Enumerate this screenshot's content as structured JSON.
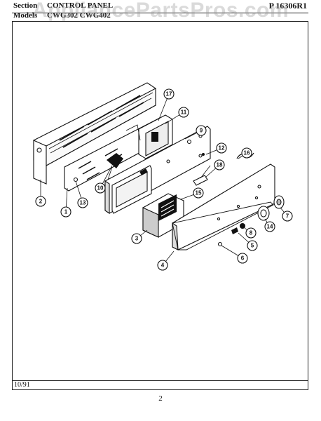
{
  "watermark": "AppliancePartsPros.com",
  "header": {
    "section_label": "Section",
    "section_value": "CONTROL PANEL",
    "models_label": "Models",
    "models_value": "CWG302  CWG402",
    "part_number": "P   16306R1"
  },
  "footer": {
    "date": "10/91",
    "page_number": "2"
  },
  "colors": {
    "ink": "#111111",
    "paper": "#ffffff",
    "watermark": "#969696"
  },
  "callouts": [
    "17",
    "11",
    "9",
    "12",
    "18",
    "16",
    "15",
    "10",
    "13",
    "2",
    "1",
    "3",
    "8",
    "5",
    "6",
    "14",
    "7",
    "4"
  ]
}
